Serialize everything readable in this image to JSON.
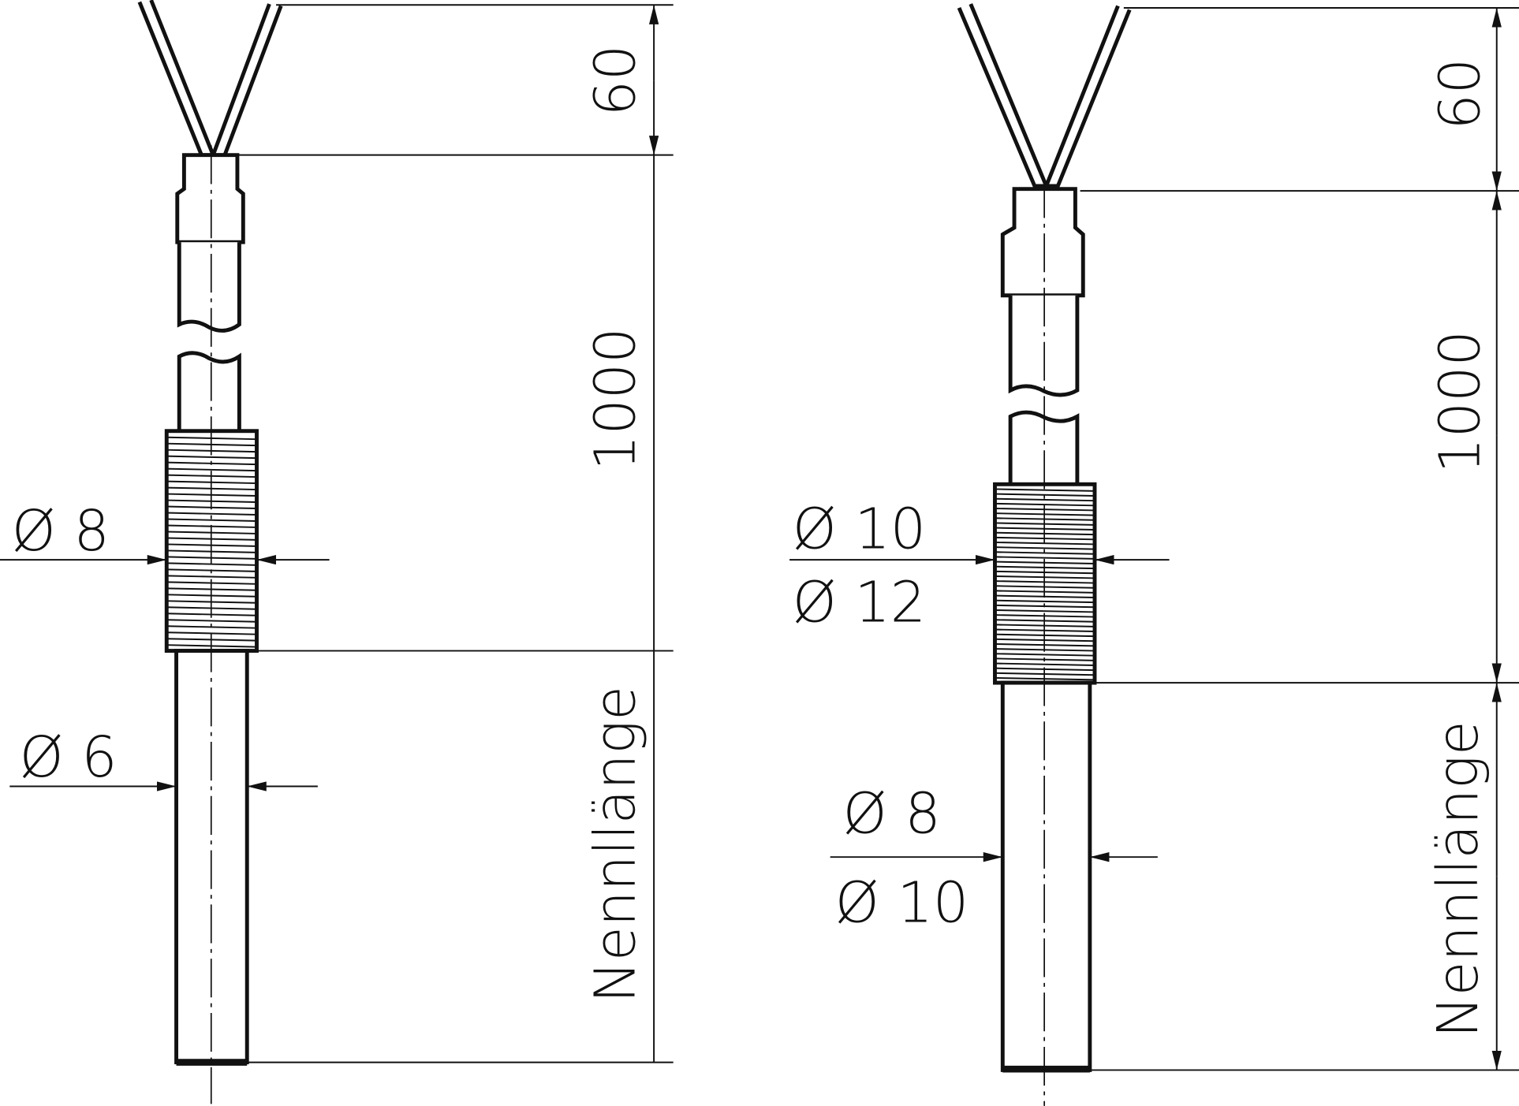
{
  "left_drawing": {
    "dim_wire_length": "60",
    "dim_cable_length": "1000",
    "dim_nominal_length": "Nennllänge",
    "dia_thread": "Ø 8",
    "dia_sheath": "Ø 6"
  },
  "right_drawing": {
    "dim_wire_length": "60",
    "dim_cable_length": "1000",
    "dim_nominal_length": "Nennllänge",
    "dia_thread_a": "Ø 10",
    "dia_thread_b": "Ø 12",
    "dia_sheath_a": "Ø 8",
    "dia_sheath_b": "Ø 10"
  }
}
